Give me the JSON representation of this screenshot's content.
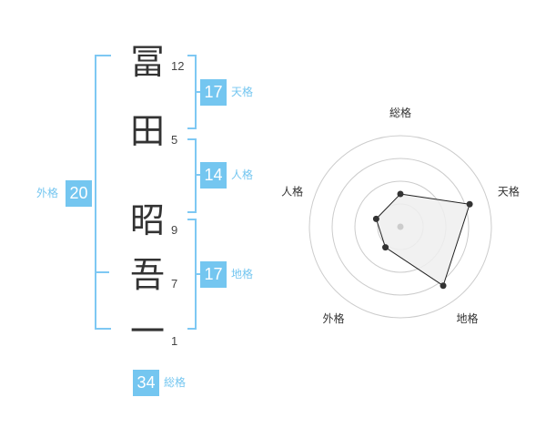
{
  "name_chars": [
    {
      "char": "冨",
      "strokes": "12"
    },
    {
      "char": "田",
      "strokes": "5"
    },
    {
      "char": "昭",
      "strokes": "9"
    },
    {
      "char": "吾",
      "strokes": "7"
    },
    {
      "char": "一",
      "strokes": "1"
    }
  ],
  "scores": {
    "tenkaku": {
      "value": "17",
      "label": "天格"
    },
    "jinkaku": {
      "value": "14",
      "label": "人格"
    },
    "chikaku": {
      "value": "17",
      "label": "地格"
    },
    "gaikaku": {
      "value": "20",
      "label": "外格"
    },
    "soukaku": {
      "value": "34",
      "label": "総格"
    }
  },
  "chart_data": {
    "type": "radar",
    "axes": [
      "総格",
      "天格",
      "地格",
      "外格",
      "人格"
    ],
    "values": [
      1.8,
      4.0,
      4.0,
      1.4,
      1.4
    ],
    "max": 5,
    "rings": 4,
    "colors": {
      "fill": "#efefef",
      "line": "#222222",
      "ring": "#cccccc",
      "center": "#cccccc"
    }
  }
}
